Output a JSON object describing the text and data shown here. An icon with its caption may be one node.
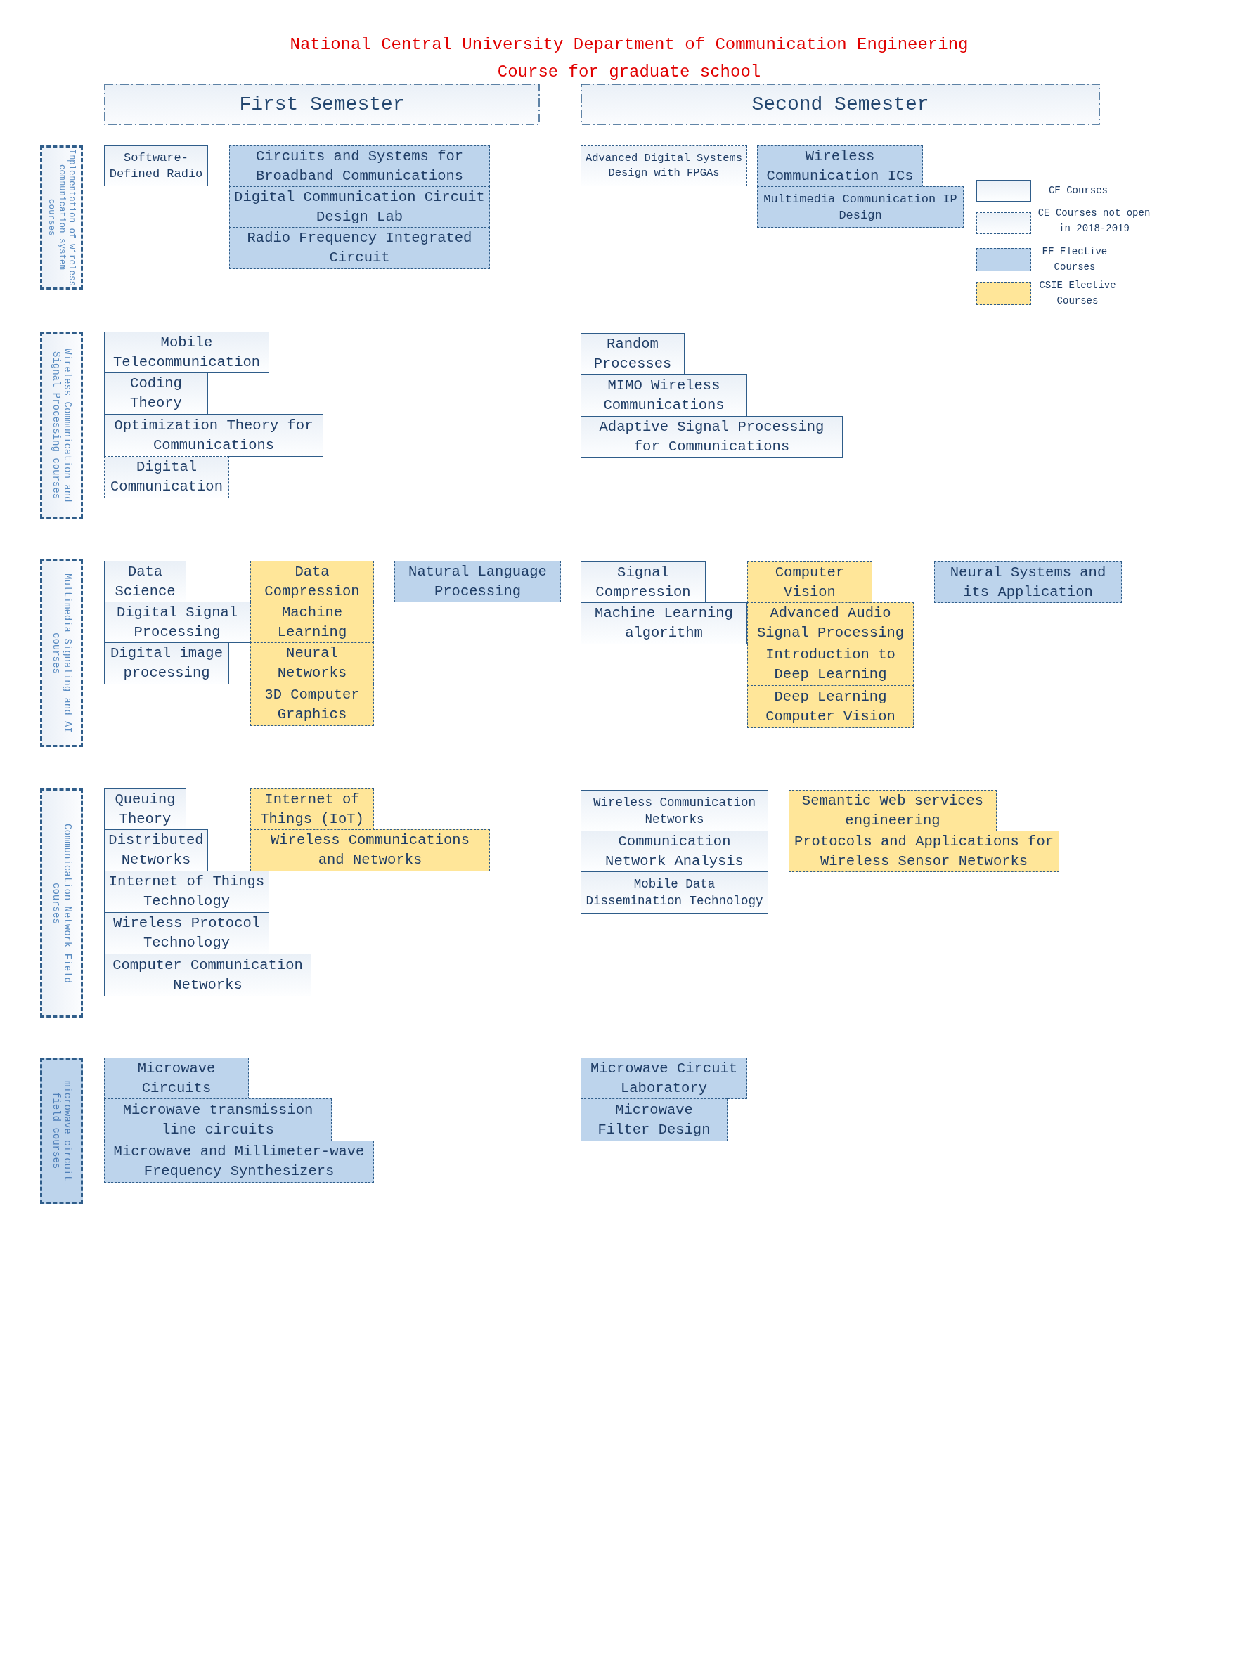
{
  "diagram": {
    "title": "National Central University Department of Communication Engineering Course for graduate school",
    "nodes": [
      {
        "text": [
          "First Semester"
        ]
      },
      {
        "text": [
          "Second Semester"
        ]
      },
      {
        "text": [
          "Implementation of wireless communication system courses"
        ]
      },
      {
        "text": [
          "Software-Defined Radio"
        ]
      },
      {
        "text": [
          "Circuits and Systems for Broadband Communications"
        ]
      },
      {
        "text": [
          "Digital Communication Circuit Design Lab"
        ]
      },
      {
        "text": [
          "Radio Frequency Integrated Circuit"
        ]
      },
      {
        "text": [
          "Advanced Digital Systems Design with FPGAs"
        ]
      },
      {
        "text": [
          "Wireless Communication ICs"
        ]
      },
      {
        "text": [
          "Multimedia Communication IP Design"
        ]
      },
      {
        "text": [
          "Wireless Communication and Signal Processing courses"
        ]
      },
      {
        "text": [
          "Mobile Telecommunication"
        ]
      },
      {
        "text": [
          "Coding Theory"
        ]
      },
      {
        "text": [
          "Optimization Theory for Communications"
        ]
      },
      {
        "text": [
          "Digital Communication"
        ]
      },
      {
        "text": [
          "Random Processes"
        ]
      },
      {
        "text": [
          "MIMO Wireless Communications"
        ]
      },
      {
        "text": [
          "Adaptive Signal Processing for Communications"
        ]
      },
      {
        "text": [
          "Multimedia Signaling and AI courses"
        ]
      },
      {
        "text": [
          "Data Science"
        ]
      },
      {
        "text": [
          "Digital Signal Processing"
        ]
      },
      {
        "text": [
          "Digital image processing"
        ]
      },
      {
        "text": [
          "Data Compression"
        ]
      },
      {
        "text": [
          "Machine Learning"
        ]
      },
      {
        "text": [
          "Neural Networks"
        ]
      },
      {
        "text": [
          "3D Computer Graphics"
        ]
      },
      {
        "text": [
          "Natural Language Processing"
        ]
      },
      {
        "text": [
          "Signal Compression"
        ]
      },
      {
        "text": [
          "Machine Learning algorithm"
        ]
      },
      {
        "text": [
          "Computer Vision"
        ]
      },
      {
        "text": [
          "Advanced Audio Signal Processing"
        ]
      },
      {
        "text": [
          "Introduction to Deep Learning"
        ]
      },
      {
        "text": [
          "Deep Learning Computer Vision"
        ]
      },
      {
        "text": [
          "Neural Systems and its Application"
        ]
      },
      {
        "text": [
          "Communication Network Field courses"
        ]
      },
      {
        "text": [
          "Queuing Theory"
        ]
      },
      {
        "text": [
          "Distributed Networks"
        ]
      },
      {
        "text": [
          "Internet of Things Technology"
        ]
      },
      {
        "text": [
          "Wireless Protocol Technology"
        ]
      },
      {
        "text": [
          "Computer Communication Networks"
        ]
      },
      {
        "text": [
          "Internet of Things (IoT)"
        ]
      },
      {
        "text": [
          "Wireless Communications and Networks"
        ]
      },
      {
        "text": [
          "Wireless Communication Networks"
        ]
      },
      {
        "text": [
          "Communication Network Analysis"
        ]
      },
      {
        "text": [
          "Mobile Data Dissemination Technology"
        ]
      },
      {
        "text": [
          "Semantic Web services engineering"
        ]
      },
      {
        "text": [
          "Protocols and Applications for Wireless Sensor Networks"
        ]
      },
      {
        "text": [
          "microwave circuit field courses"
        ]
      },
      {
        "text": [
          "Microwave Circuits"
        ]
      },
      {
        "text": [
          "Microwave transmission line circuits"
        ]
      },
      {
        "text": [
          "Microwave and Millimeter-wave Frequency Synthesizers"
        ]
      },
      {
        "text": [
          "Microwave Circuit Laboratory"
        ]
      },
      {
        "text": [
          "Microwave Filter Design"
        ]
      }
    ],
    "legend": [
      {
        "text": "CE Courses",
        "color": "#eaf0f7"
      },
      {
        "text": "CE Courses not open in 2018-2019",
        "color": "#eaf0f7"
      },
      {
        "text": "EE Elective Courses",
        "color": "#bdd4ec"
      },
      {
        "text": "CSIE Elective Courses",
        "color": "#ffe699"
      }
    ]
  }
}
